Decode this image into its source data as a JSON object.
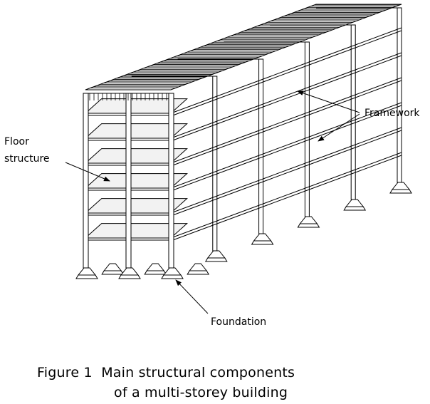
{
  "labels": {
    "framework": "Framework",
    "floor_line1": "Floor",
    "floor_line2": "structure",
    "foundation": "Foundation"
  },
  "caption": {
    "line1": "Figure 1  Main structural components",
    "line2": "of a multi-storey building"
  },
  "building": {
    "frames": 6,
    "storeys": 6,
    "front_bays": 2
  }
}
